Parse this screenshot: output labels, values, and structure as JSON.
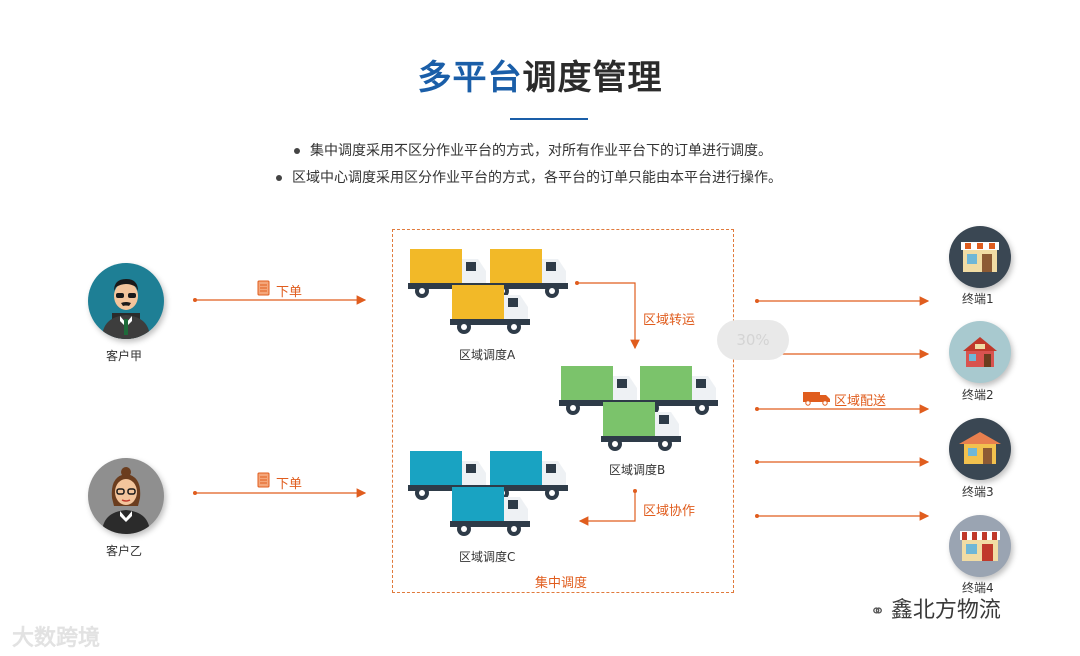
{
  "title": {
    "accent": "多平台",
    "rest": "调度管理"
  },
  "bullets": [
    "集中调度采用不区分作业平台的方式，对所有作业平台下的订单进行调度。",
    "区域中心调度采用区分作业平台的方式，各平台的订单只能由本平台进行操作。"
  ],
  "customers": {
    "a": "客户甲",
    "b": "客户乙"
  },
  "order_labels": {
    "a": "下单",
    "b": "下单"
  },
  "regions": {
    "a": "区域调度A",
    "b": "区域调度B",
    "c": "区域调度C"
  },
  "flows": {
    "transfer": "区域转运",
    "coop": "区域协作",
    "delivery": "区域配送"
  },
  "central": "集中调度",
  "terminals": [
    "终端1",
    "终端2",
    "终端3",
    "终端4"
  ],
  "progress": "30%",
  "watermark_left": "大数跨境",
  "watermark_right": "鑫北方物流",
  "colors": {
    "accent": "#1a5ea8",
    "orange": "#e05d1e",
    "truck_yellow": "#f2b928",
    "truck_green": "#7bc36b",
    "truck_teal": "#19a3c2"
  }
}
